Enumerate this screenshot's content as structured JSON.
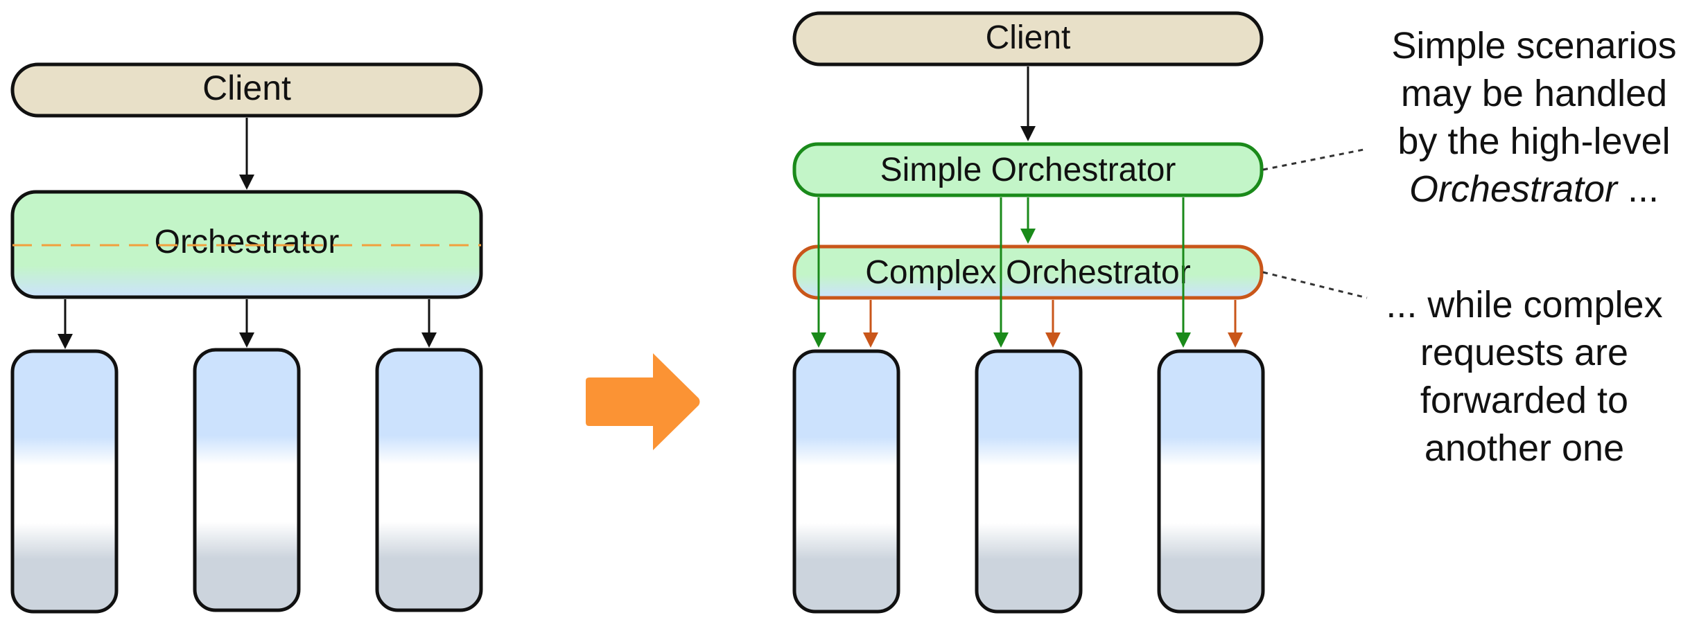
{
  "before": {
    "client_label": "Client",
    "orchestrator_label": "Orchestrator"
  },
  "after": {
    "client_label": "Client",
    "simple_orchestrator_label": "Simple Orchestrator",
    "complex_orchestrator_label": "Complex Orchestrator"
  },
  "notes": {
    "simple": {
      "line1": "Simple scenarios",
      "line2": "may be handled",
      "line3": "by the high-level",
      "line4_em": "Orchestrator",
      "line4_rest": " ..."
    },
    "complex": {
      "line1": "... while complex",
      "line2": "requests are",
      "line3": "forwarded to",
      "line4": "another one"
    }
  },
  "colors": {
    "client_fill": "#e8e0c8",
    "orchestrator_green": "#c3f5c8",
    "service_blue": "#cce2fd",
    "service_gray": "#ccd4dd",
    "green_stroke": "#1a8a1a",
    "orange_stroke": "#c9561a",
    "transform_arrow": "#fb9334",
    "dashed_split": "#f2a03d"
  },
  "icons": {
    "transform": "right-arrow-icon"
  }
}
